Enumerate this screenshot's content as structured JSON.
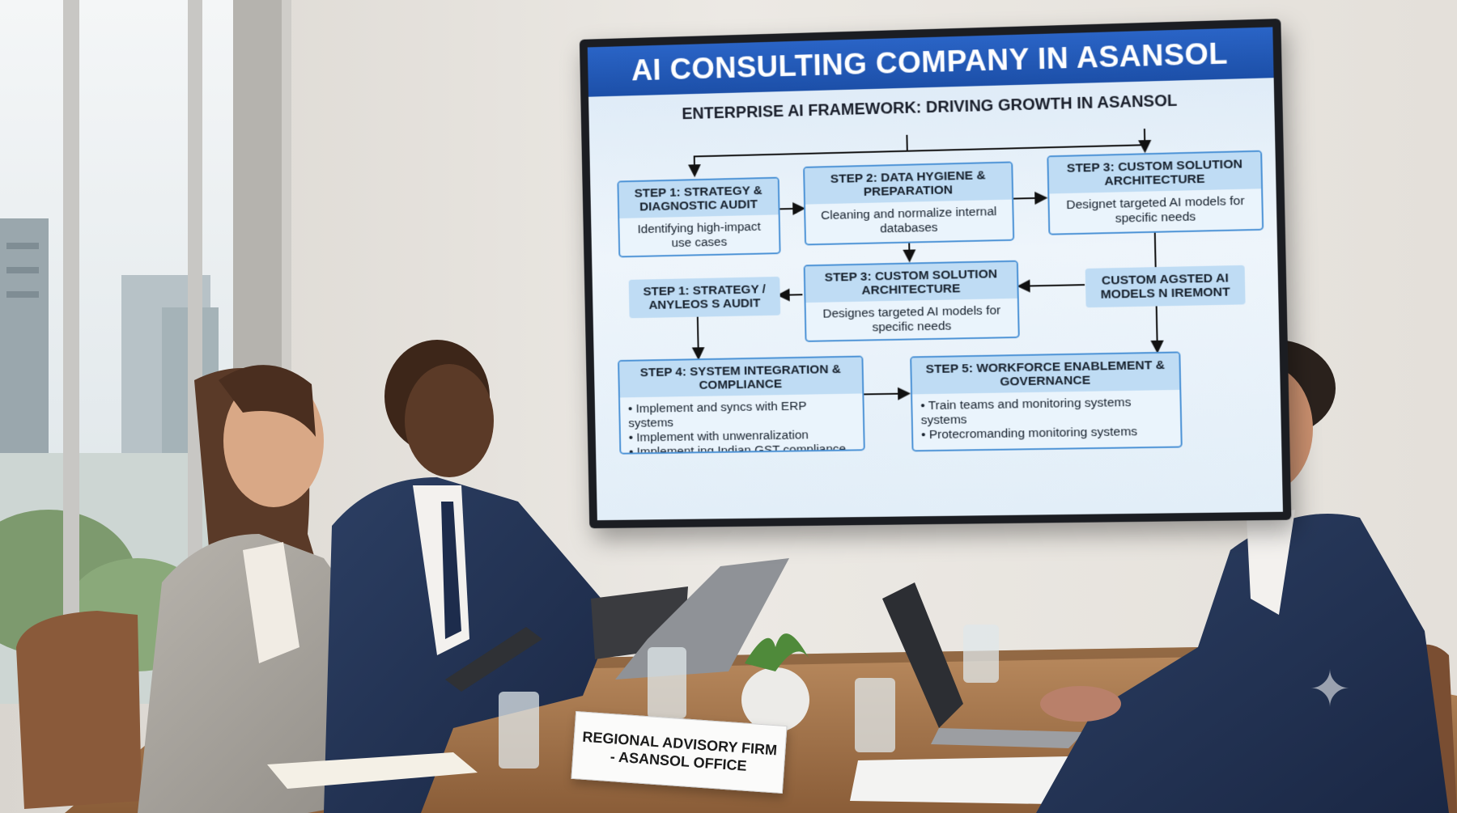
{
  "screen": {
    "title": "AI CONSULTING COMPANY IN ASANSOL",
    "subtitle": "ENTERPRISE AI FRAMEWORK: DRIVING GROWTH IN ASANSOL",
    "step1": {
      "heading": "STEP 1: STRATEGY & DIAGNOSTIC AUDIT",
      "body": "Identifying high-impact use cases"
    },
    "step2": {
      "heading": "STEP 2: DATA HYGIENE & PREPARATION",
      "body": "Cleaning and normalize internal databases"
    },
    "step3_top": {
      "heading": "STEP 3: CUSTOM SOLUTION ARCHITECTURE",
      "body": "Designet targeted AI models for specific needs"
    },
    "step1_alt": "STEP 1: STRATEGY / ANYLEOS S AUDIT",
    "step3_mid": {
      "heading": "STEP 3: CUSTOM SOLUTION ARCHITECTURE",
      "body": "Designes targeted AI models for specific needs"
    },
    "custom_tag": "CUSTOM AGSTED AI MODELS N IREMONT",
    "step4": {
      "heading": "STEP 4: SYSTEM INTEGRATION & COMPLIANCE",
      "items": [
        "Implement and syncs with ERP systems",
        "Implement with unwenralization",
        "Implement ing Indian GST compliance"
      ]
    },
    "step5": {
      "heading": "STEP 5: WORKFORCE ENABLEMENT & GOVERNANCE",
      "items": [
        "Train teams and monitoring systems systems",
        "Protecromanding monitoring systems"
      ]
    }
  },
  "nameplate": {
    "line1": "REGIONAL ADVISORY FIRM",
    "line2": "- ASANSOL OFFICE"
  },
  "colors": {
    "title_bar": "#2a64c6",
    "box_border": "#4d93d6",
    "box_header": "#bfdcf4",
    "wall": "#e9e6e1",
    "table": "#a9774a"
  }
}
